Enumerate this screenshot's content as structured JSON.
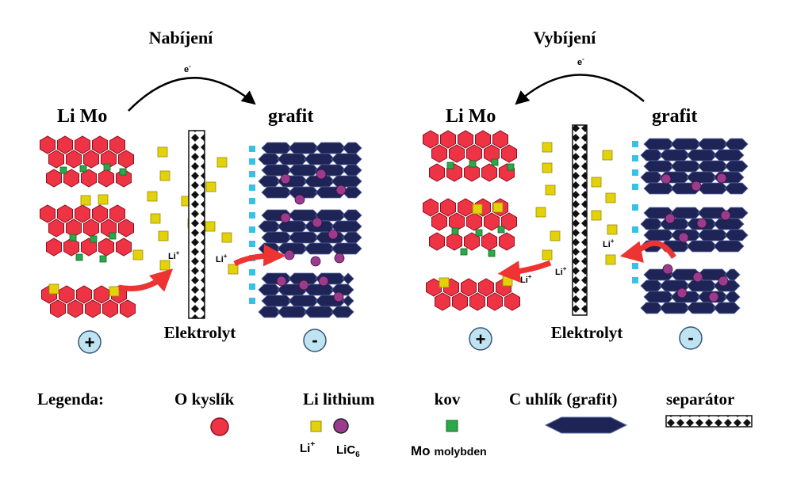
{
  "colors": {
    "oxygen": "#ee3344",
    "oxygen_stroke": "#8a1020",
    "lithium_ion": "#e3d20a",
    "lic6": "#9b3b8d",
    "metal": "#2aa84a",
    "graphite": "#1e2456",
    "graphite_stroke": "#5a6aa0",
    "separator_dot": "#111111",
    "arrow": "#ee3333",
    "cyan_ion": "#35c2e6",
    "electrode_circle": "#bfe3f0",
    "electrode_stroke": "#335577"
  },
  "charging": {
    "title": "Nabíjení",
    "electron": "e",
    "electron_sup": "-",
    "cathode_label": "Li Mo",
    "anode_label": "grafit",
    "ion_label_1": "Li",
    "ion_label_1_sup": "+",
    "ion_label_2": "Li",
    "ion_label_2_sup": "+",
    "electrolyte_label": "Elektrolyt",
    "positive_sign": "+",
    "negative_sign": "-"
  },
  "discharging": {
    "title": "Vybíjení",
    "electron": "e",
    "electron_sup": "-",
    "cathode_label": "Li Mo",
    "anode_label": "grafit",
    "ion_label_1": "Li",
    "ion_label_1_sup": "+",
    "ion_label_2": "Li",
    "ion_label_2_sup": "+",
    "ion_label_3": "Li",
    "ion_label_3_sup": "+",
    "electrolyte_label": "Elektrolyt",
    "positive_sign": "+",
    "negative_sign": "-"
  },
  "legend": {
    "title": "Legenda:",
    "oxygen": "O kyslík",
    "lithium": "Li lithium",
    "li_ion": "Li",
    "li_ion_sup": "+",
    "lic6": "LiC",
    "lic6_sub": "6",
    "metal": "kov",
    "molybdenum_symbol": "Mo",
    "molybdenum": "molybden",
    "carbon": "C uhlík (grafit)",
    "separator": "separátor"
  }
}
